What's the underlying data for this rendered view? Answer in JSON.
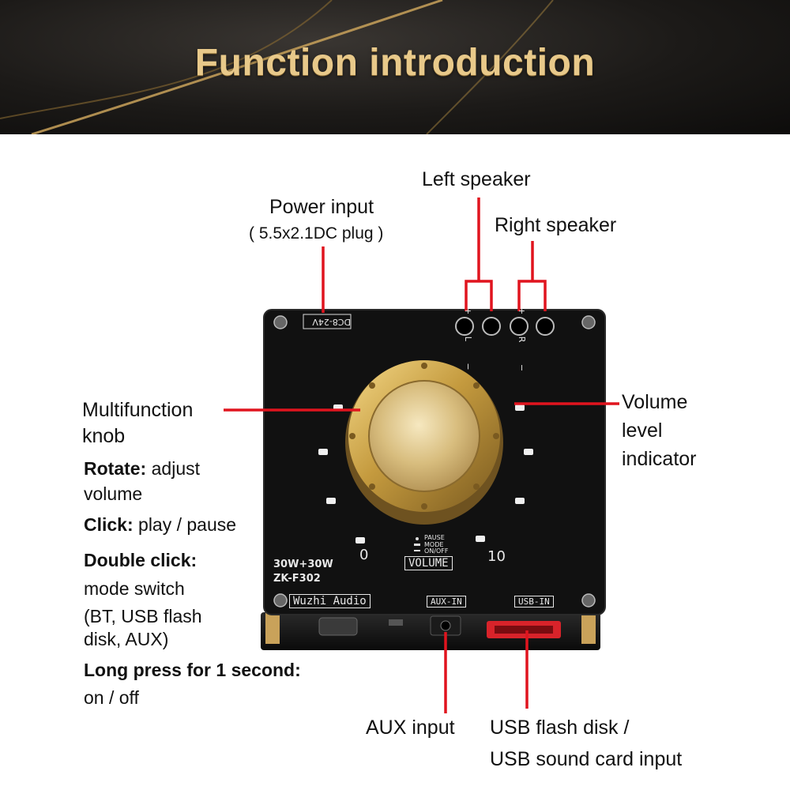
{
  "header": {
    "title": "Function introduction"
  },
  "labels": {
    "left_speaker": "Left speaker",
    "right_speaker": "Right speaker",
    "power_input": "Power input",
    "power_input_detail": "( 5.5x2.1DC plug )",
    "multifunction_knob_line1": "Multifunction",
    "multifunction_knob_line2": "knob",
    "volume_level_indicator_line1": "Volume",
    "volume_level_indicator_line2": "level",
    "volume_level_indicator_line3": "indicator",
    "aux_input": "AUX input",
    "usb_input_line1": "USB flash disk /",
    "usb_input_line2": "USB sound card input"
  },
  "instructions": [
    {
      "action": "Rotate:",
      "desc_line1": " adjust",
      "desc_line2": "volume"
    },
    {
      "action": "Click:",
      "desc_line1": " play / pause"
    },
    {
      "action": "Double click:",
      "desc_line1": "mode switch",
      "desc_line2": "(BT, USB flash",
      "desc_line3": "disk, AUX)"
    },
    {
      "action": "Long press for 1 second:",
      "desc_line1": "on / off"
    }
  ],
  "board": {
    "dc_label": "DC8-24V",
    "speaker_left_marks": "+ L −",
    "speaker_right_marks": "+ R −",
    "scale_min": "0",
    "scale_max": "10",
    "legend_pause": "PAUSE",
    "legend_mode": "MODE",
    "legend_onoff": "ON/OFF",
    "volume_label": "VOLUME",
    "power_rating": "30W+30W",
    "model": "ZK-F302",
    "brand": "Wuzhi Audio",
    "aux_port_label": "AUX-IN",
    "usb_port_label": "USB-IN"
  },
  "colors": {
    "callout_line": "#e0141e",
    "board": "#141414",
    "knob_gold": "#d8b55a"
  }
}
